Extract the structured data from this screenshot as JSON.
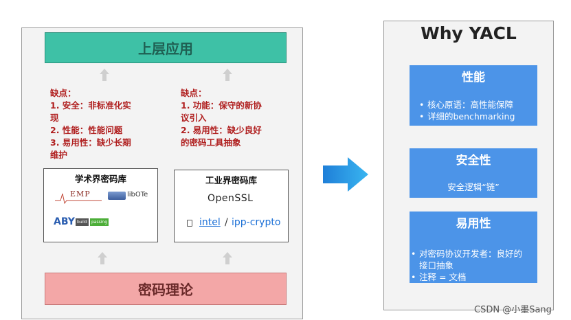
{
  "left": {
    "top_box": "上层应用",
    "bottom_box": "密码理论",
    "weak_left": {
      "title": "缺点：",
      "lines": [
        "1. 安全：非标准化实",
        "现",
        "2. 性能：性能问题",
        "3. 易用性：缺少长期",
        "维护"
      ]
    },
    "weak_right": {
      "title": "缺点：",
      "lines": [
        "1. 功能：保守的新协",
        "议引入",
        "2. 易用性：缺少良好",
        "的密码工具抽象"
      ]
    },
    "academic": {
      "title": "学术界密码库",
      "logos": {
        "emp": "EMP",
        "libote": "libOTe",
        "aby": "ABY",
        "aby_badge_1": "build",
        "aby_badge_2": "passing"
      }
    },
    "industry": {
      "title": "工业界密码库",
      "openssl": "OpenSSL",
      "ipp_intel": "intel",
      "ipp_slash": "/",
      "ipp_name": "ipp-crypto"
    }
  },
  "right": {
    "title": "Why YACL",
    "boxes": [
      {
        "title": "性能",
        "items": [
          "核心原语：高性能保障",
          "详细的benchmarking"
        ]
      },
      {
        "title": "安全性",
        "text": "安全逻辑“链”"
      },
      {
        "title": "易用性",
        "items": [
          "对密码协议开发者：良好的接口抽象",
          "注释 = 文档"
        ]
      }
    ]
  },
  "watermark": "CSDN @小墨Sang",
  "colors": {
    "top_box": "#3ec1a6",
    "bottom_box": "#f3a7a7",
    "weak_text": "#b01f1f",
    "blue_box": "#4c94e8",
    "arrow": "#2b8fe0"
  }
}
